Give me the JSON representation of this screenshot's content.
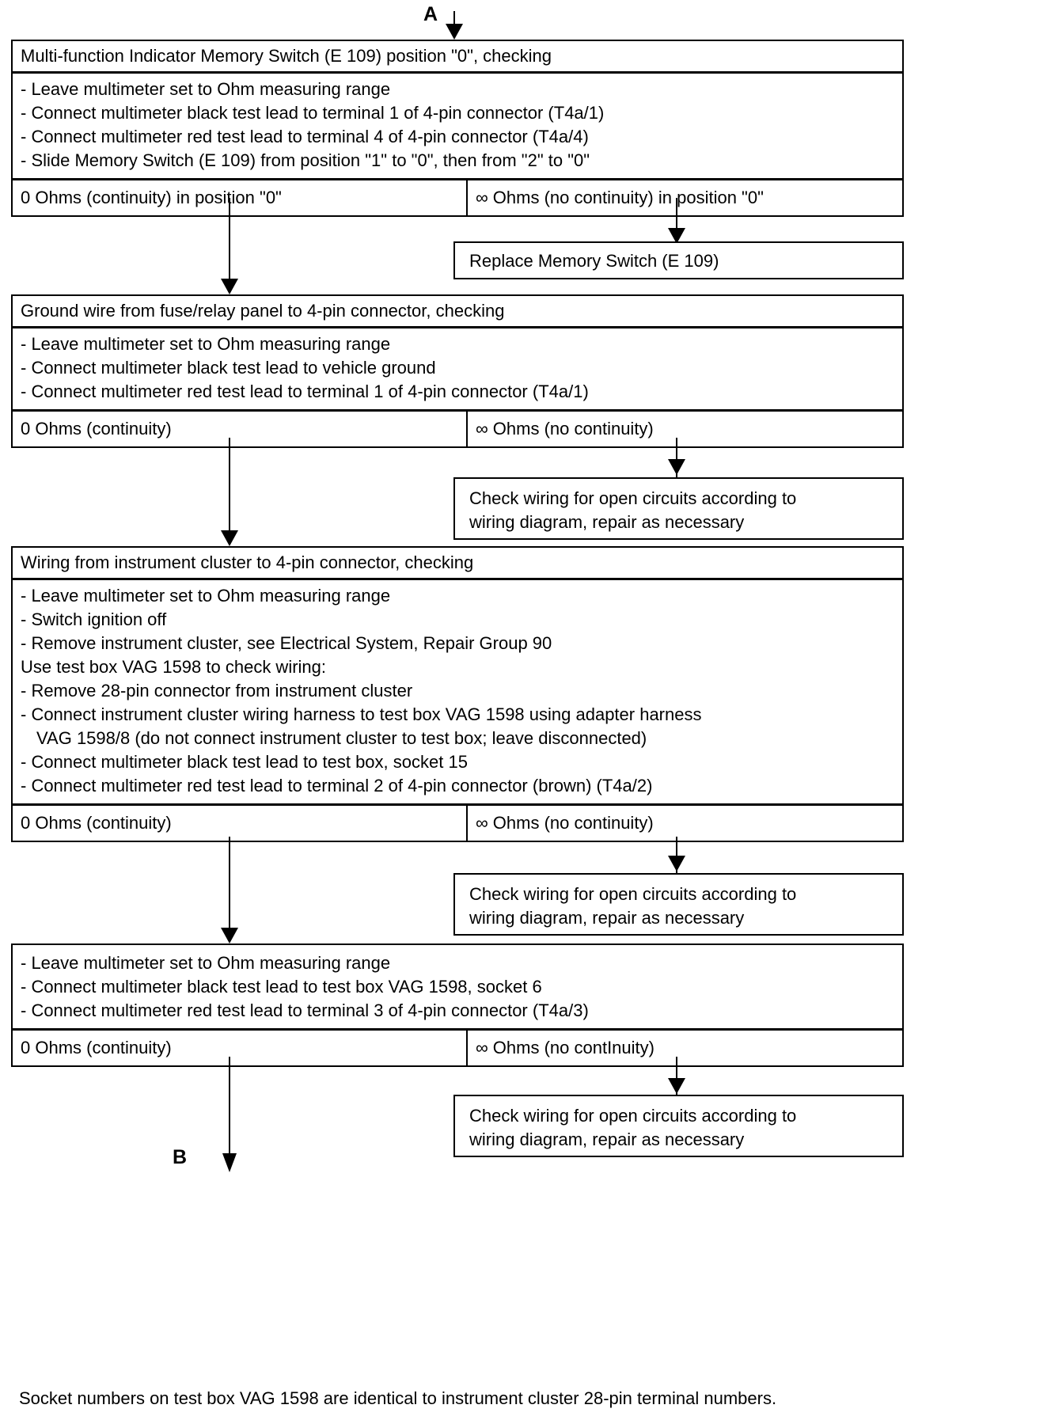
{
  "markers": {
    "entry": "A",
    "exit": "B"
  },
  "boxes": {
    "box1": {
      "header": "Multi-function Indicator Memory Switch (E 109) position \"0\", checking",
      "steps": [
        "- Leave multimeter set to Ohm measuring range",
        "- Connect multimeter black test lead to terminal 1 of 4-pin connector (T4a/1)",
        "- Connect multimeter red test lead to terminal 4 of 4-pin connector (T4a/4)",
        "- Slide Memory Switch (E 109) from position \"1\" to \"0\", then from \"2\" to \"0\""
      ],
      "result_pass": "0 Ohms (continuity) in position \"0\"",
      "result_fail": "∞ Ohms (no continuity) in position \"0\""
    },
    "box2": {
      "header": "Ground wire from fuse/relay panel to 4-pin connector, checking",
      "steps": [
        "- Leave multimeter set to Ohm measuring range",
        "- Connect multimeter black test lead to vehicle ground",
        "- Connect multimeter red test lead to terminal 1 of 4-pin connector (T4a/1)"
      ],
      "result_pass": "0 Ohms (continuity)",
      "result_fail": "∞ Ohms (no continuity)"
    },
    "box3": {
      "header": "Wiring from instrument cluster to 4-pin connector, checking",
      "steps": [
        "- Leave multimeter set to Ohm measuring range",
        "- Switch ignition off",
        "- Remove instrument cluster, see Electrical System, Repair Group 90",
        "Use test box VAG 1598 to check wiring:",
        "- Remove 28-pin connector from instrument cluster",
        "- Connect instrument cluster wiring harness to test box VAG 1598 using adapter harness",
        "VAG 1598/8 (do not connect instrument cluster to test box; leave disconnected)",
        "- Connect multimeter black test lead to test box, socket 15",
        "- Connect multimeter red test lead to terminal 2 of 4-pin connector (brown) (T4a/2)"
      ],
      "result_pass": "0 Ohms (continuity)",
      "result_fail": "∞ Ohms (no continuity)"
    },
    "box4": {
      "steps": [
        "- Leave multimeter set to Ohm measuring range",
        "- Connect multimeter black test lead to test box VAG 1598, socket 6",
        "- Connect multimeter red test lead to terminal 3 of 4-pin connector (T4a/3)"
      ],
      "result_pass": "0 Ohms (continuity)",
      "result_fail": "∞ Ohms (no contInuity)"
    }
  },
  "actions": {
    "replace_switch": "Replace Memory Switch (E 109)",
    "check_wiring_line1": "Check wiring for open circuits according to",
    "check_wiring_line2": "wiring diagram, repair as necessary"
  },
  "footer": {
    "note": "Socket numbers on test box VAG 1598 are identical to instrument cluster 28-pin terminal numbers."
  }
}
